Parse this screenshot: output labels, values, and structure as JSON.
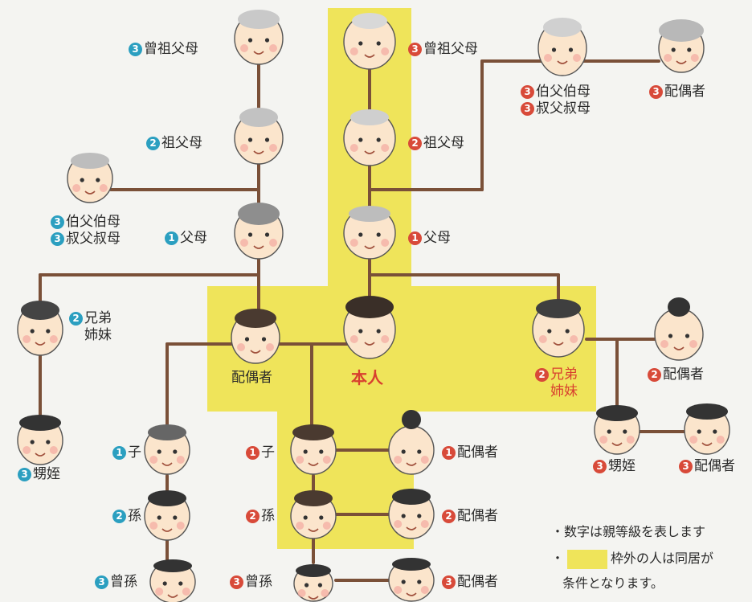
{
  "labels": {
    "great_grandparents_side": {
      "degree": "3",
      "text": "曾祖父母"
    },
    "great_grandparents_direct": {
      "degree": "3",
      "text": "曾祖父母"
    },
    "uncle_aunt_direct_1": {
      "degree": "3",
      "text": "伯父伯母"
    },
    "uncle_aunt_direct_2": {
      "degree": "3",
      "text": "叔父叔母"
    },
    "uncle_aunt_direct_spouse": {
      "degree": "3",
      "text": "配偶者"
    },
    "grandparents_side": {
      "degree": "2",
      "text": "祖父母"
    },
    "grandparents_direct": {
      "degree": "2",
      "text": "祖父母"
    },
    "uncle_aunt_side_1": {
      "degree": "3",
      "text": "伯父伯母"
    },
    "uncle_aunt_side_2": {
      "degree": "3",
      "text": "叔父叔母"
    },
    "parents_side": {
      "degree": "1",
      "text": "父母"
    },
    "parents_direct": {
      "degree": "1",
      "text": "父母"
    },
    "siblings_side_1": {
      "degree": "2",
      "text": "兄弟"
    },
    "siblings_side_2": "姉妹",
    "spouse_self": "配偶者",
    "self": "本人",
    "siblings_direct_1": {
      "degree": "2",
      "text": "兄弟"
    },
    "siblings_direct_2": "姉妹",
    "siblings_spouse": {
      "degree": "2",
      "text": "配偶者"
    },
    "nephew_side": {
      "degree": "3",
      "text": "甥姪"
    },
    "nephew_direct": {
      "degree": "3",
      "text": "甥姪"
    },
    "nephew_spouse": {
      "degree": "3",
      "text": "配偶者"
    },
    "child_side": {
      "degree": "1",
      "text": "子"
    },
    "child_direct": {
      "degree": "1",
      "text": "子"
    },
    "child_spouse": {
      "degree": "1",
      "text": "配偶者"
    },
    "grandchild_side": {
      "degree": "2",
      "text": "孫"
    },
    "grandchild_direct": {
      "degree": "2",
      "text": "孫"
    },
    "grandchild_spouse": {
      "degree": "2",
      "text": "配偶者"
    },
    "great_grandchild_side": {
      "degree": "3",
      "text": "曾孫"
    },
    "great_grandchild_direct": {
      "degree": "3",
      "text": "曾孫"
    },
    "great_grandchild_spouse": {
      "degree": "3",
      "text": "配偶者"
    }
  },
  "notes": {
    "line1": "・数字は親等級を表します",
    "line2_bullet": "・",
    "line2_text": "枠外の人は同居が",
    "line3": "条件となります。"
  },
  "colors": {
    "highlight": "#efe45a",
    "line": "#7a5038",
    "badge_blue": "#2b9fc0",
    "badge_red": "#d84a39",
    "text_red": "#d8402f"
  }
}
